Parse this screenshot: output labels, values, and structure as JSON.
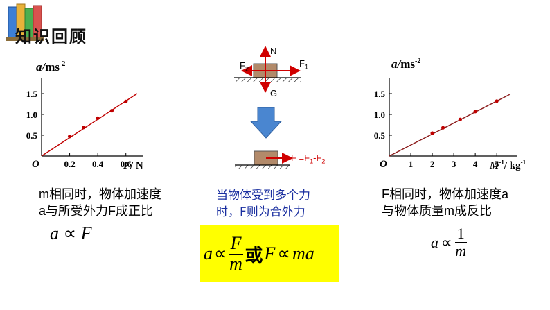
{
  "header": {
    "title": "知识回顾"
  },
  "chart_data": [
    {
      "type": "scatter",
      "title": "",
      "xlabel": "F/ N",
      "ylabel": "a/ms-2",
      "x_ticks": [
        "0.2",
        "0.4",
        "0.6"
      ],
      "y_ticks": [
        "0.5",
        "1.0",
        "1.5"
      ],
      "origin_label": "O",
      "xlim": [
        0,
        0.7
      ],
      "ylim": [
        0,
        1.7
      ],
      "series": [
        {
          "x": [
            0.2,
            0.3,
            0.4,
            0.5,
            0.6
          ],
          "y": [
            0.47,
            0.69,
            0.91,
            1.09,
            1.31
          ]
        }
      ],
      "fit_line": {
        "x": [
          0,
          0.68
        ],
        "y": [
          0,
          1.5
        ]
      },
      "colors": {
        "line": "#c00000",
        "points": "#c00000"
      }
    },
    {
      "type": "scatter",
      "title": "",
      "xlabel": "M-1/ kg-1",
      "ylabel": "a/ms-2",
      "x_ticks": [
        "1",
        "2",
        "3",
        "4",
        "5"
      ],
      "y_ticks": [
        "0.5",
        "1.0",
        "1.5"
      ],
      "origin_label": "O",
      "xlim": [
        0,
        5.8
      ],
      "ylim": [
        0,
        1.7
      ],
      "series": [
        {
          "x": [
            2,
            2.5,
            3.3,
            4,
            5
          ],
          "y": [
            0.55,
            0.68,
            0.88,
            1.07,
            1.32
          ]
        }
      ],
      "fit_line": {
        "x": [
          0,
          5.6
        ],
        "y": [
          0,
          1.48
        ]
      },
      "colors": {
        "line": "#8b1a1a",
        "points": "#c00000"
      }
    }
  ],
  "left": {
    "text_line1": "m相同时，物体加速度",
    "text_line2": "a与所受外力F成正比",
    "formula_a": "a",
    "formula_prop": "∝",
    "formula_F": "F"
  },
  "middle": {
    "force_N": "N",
    "force_G": "G",
    "force_F1": "F",
    "force_F1_sub": "1",
    "force_F2": "F",
    "force_F2_sub": "2",
    "result_F": "F =F",
    "result_sub1": "1",
    "result_minus": "-F",
    "result_sub2": "2",
    "text_line1": "当物体受到多个力",
    "text_line2": "时，F则为合外力",
    "formula_a": "a",
    "formula_prop": "∝",
    "formula_num": "F",
    "formula_den": "m",
    "formula_or": "或",
    "formula_F": "F",
    "formula_prop2": "∝",
    "formula_ma": "ma",
    "colors": {
      "highlight": "#ffff00",
      "arrow": "#4a86d0",
      "force": "#d00000"
    }
  },
  "right": {
    "text_line1": "F相同时，物体加速度a",
    "text_line2": "与物体质量m成反比",
    "formula_a": "a",
    "formula_prop": "∝",
    "formula_num": "1",
    "formula_den": "m"
  }
}
